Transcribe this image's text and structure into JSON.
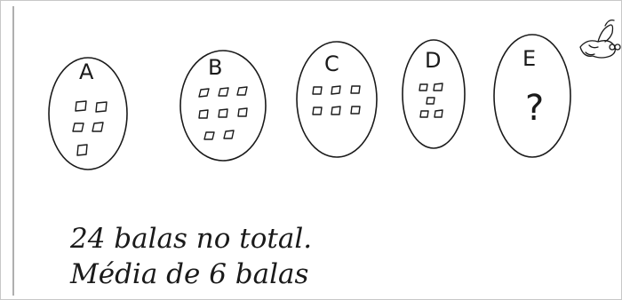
{
  "groups": [
    {
      "letter": "A",
      "candies": 5
    },
    {
      "letter": "B",
      "candies": 8
    },
    {
      "letter": "C",
      "candies": 6
    },
    {
      "letter": "D",
      "candies": 5
    },
    {
      "letter": "E",
      "candies": null,
      "unknown": "?"
    }
  ],
  "text": {
    "line1": "24 balas no total.",
    "line2": "Média de 6 balas"
  },
  "colors": {
    "ink": "#1a1a1a",
    "paper": "#ffffff"
  },
  "icons": [
    "hand-drawn-bird-icon"
  ]
}
